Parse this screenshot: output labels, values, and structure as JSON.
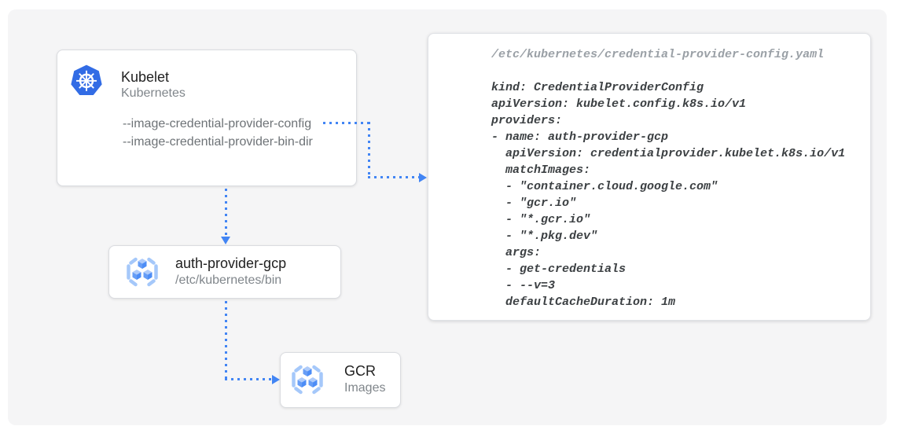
{
  "colors": {
    "arrow_blue": "#4285f4",
    "kubernetes_blue": "#326ce5",
    "gcr_icon_blue": "#669df6",
    "gcr_bracket_blue": "#a5c8fa",
    "background_gray": "#f5f5f6",
    "title_dark": "#212121",
    "subtitle_gray": "#80868b",
    "yaml_path_gray": "#9aa0a6",
    "yaml_text_dark": "#3c4043"
  },
  "kubelet_card": {
    "title": "Kubelet",
    "subtitle": "Kubernetes",
    "icon": "kubernetes-wheel-logo",
    "flags": [
      "--image-credential-provider-config",
      "--image-credential-provider-bin-dir"
    ]
  },
  "auth_provider_card": {
    "title": "auth-provider-gcp",
    "subtitle": "/etc/kubernetes/bin",
    "icon": "gcr-cubes-logo"
  },
  "gcr_card": {
    "title": "GCR",
    "subtitle": "Images",
    "icon": "gcr-cubes-logo"
  },
  "config_panel": {
    "path": "/etc/kubernetes/credential-provider-config.yaml",
    "yaml": "kind: CredentialProviderConfig\napiVersion: kubelet.config.k8s.io/v1\nproviders:\n- name: auth-provider-gcp\n  apiVersion: credentialprovider.kubelet.k8s.io/v1\n  matchImages:\n  - \"container.cloud.google.com\"\n  - \"gcr.io\"\n  - \"*.gcr.io\"\n  - \"*.pkg.dev\"\n  args:\n  - get-credentials\n  - --v=3\n  defaultCacheDuration: 1m"
  }
}
